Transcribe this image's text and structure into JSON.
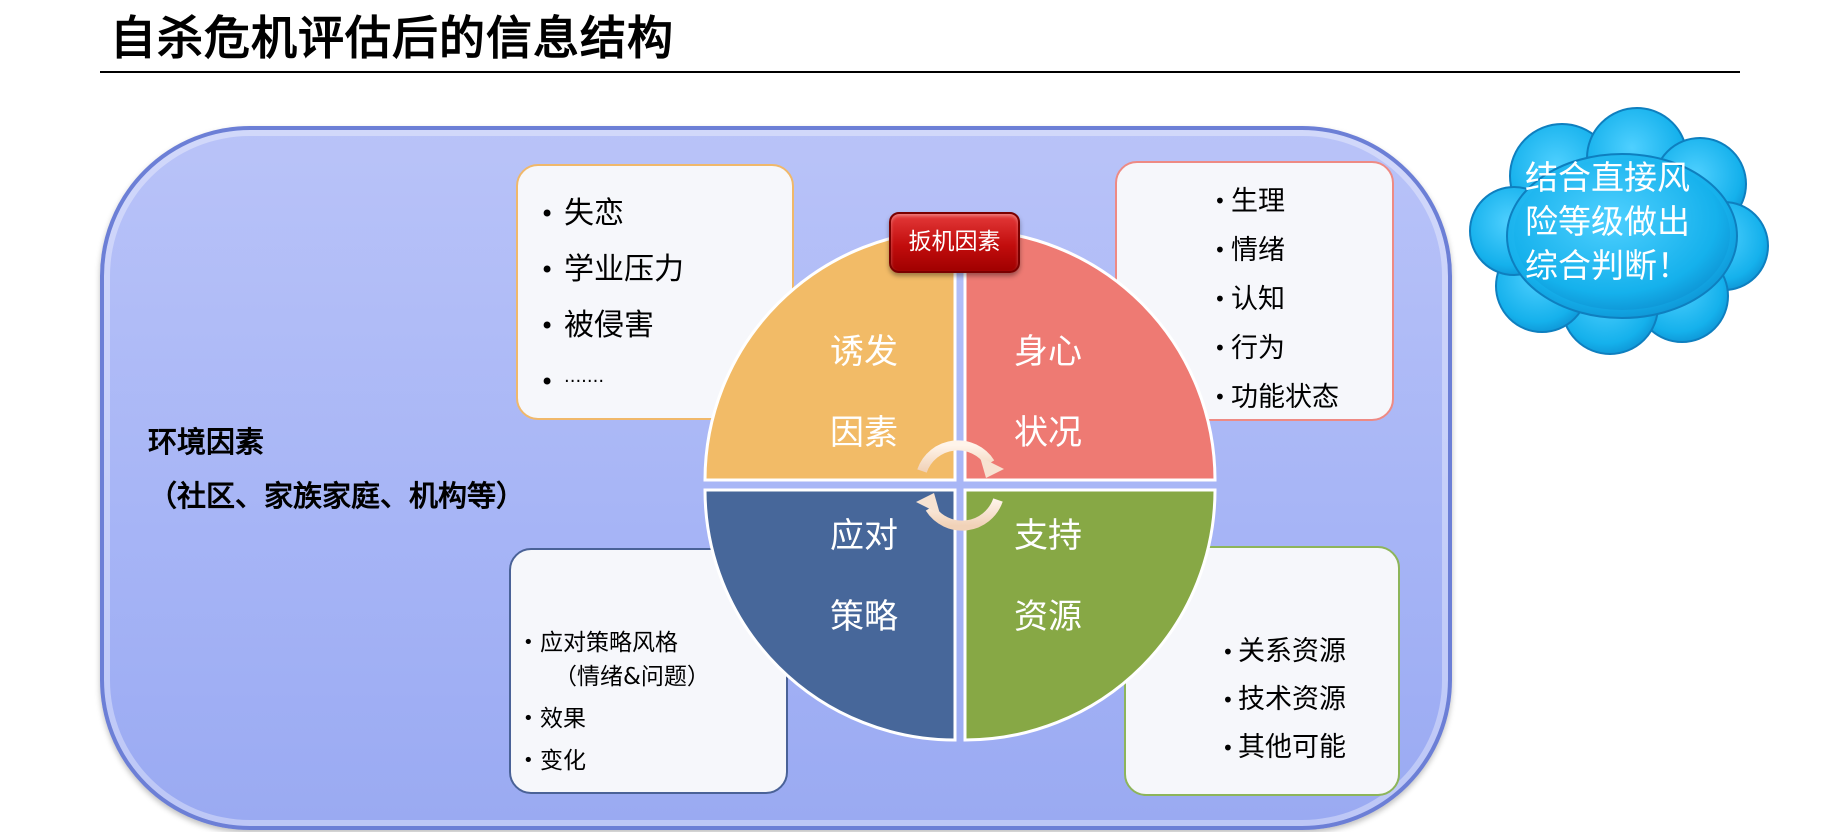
{
  "title": "自杀危机评估后的信息结构",
  "environment": {
    "label": "环境因素",
    "sub": "（社区、家族家庭、机构等）"
  },
  "trigger_tag": "扳机因素",
  "quadrants": {
    "trigger": {
      "line1": "诱发",
      "line2": "因素",
      "color": "#f2bb67"
    },
    "mind_body": {
      "line1": "身心",
      "line2": "状况",
      "color": "#ee7a73"
    },
    "coping": {
      "line1": "应对",
      "line2": "策略",
      "color": "#47679a"
    },
    "support": {
      "line1": "支持",
      "line2": "资源",
      "color": "#87a845"
    }
  },
  "trigger_box": {
    "items": [
      "失恋",
      "学业压力",
      "被侵害",
      "·······"
    ]
  },
  "mind_box": {
    "items": [
      "生理",
      "情绪",
      "认知",
      "行为",
      "功能状态"
    ]
  },
  "cope_box": {
    "item1": "应对策略风格",
    "item1_cont": "（情绪&问题）",
    "item2": "效果",
    "item3": "变化"
  },
  "support_box": {
    "items": [
      "关系资源",
      "技术资源",
      "其他可能"
    ]
  },
  "cloud": {
    "line1": "结合直接风",
    "line2": "险等级做出",
    "line3": "综合判断！",
    "color": "#17b4ee"
  }
}
